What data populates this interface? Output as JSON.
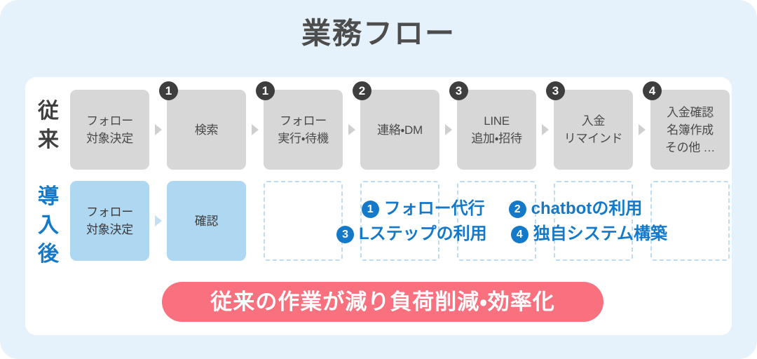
{
  "title": "業務フロー",
  "colors": {
    "page_background": "#e6f2fb",
    "card_background": "#ffffff",
    "step_grey": "#d7d7d7",
    "step_blue": "#aed7f1",
    "badge_dark": "#3e3e3e",
    "accent_blue": "#1479c9",
    "dashed_border": "#bcdcf3",
    "banner_pink": "#f9707e",
    "title_text": "#4d4d4d"
  },
  "rows": {
    "before": {
      "label": "従来",
      "steps": [
        {
          "badge": "",
          "text": "フォロー\n対象決定"
        },
        {
          "badge": "❶",
          "text": "検索"
        },
        {
          "badge": "❶",
          "text": "フォロー\n実行・待機"
        },
        {
          "badge": "❷",
          "text": "連絡・DM"
        },
        {
          "badge": "❸",
          "text": "LINE\n追加・招待"
        },
        {
          "badge": "❸",
          "text": "入金\nリマインド"
        },
        {
          "badge": "❹",
          "text": "入金確認\n名簿作成\nその他 …"
        }
      ]
    },
    "after": {
      "label": "導入後",
      "steps": [
        {
          "badge": "",
          "text": "フォロー\n対象決定"
        },
        {
          "badge": "",
          "text": "確認"
        }
      ],
      "placeholder_count": 5
    }
  },
  "legend": {
    "line1": [
      {
        "badge": "❶",
        "text": "フォロー代行"
      },
      {
        "badge": "❷",
        "text": "chatbotの利用"
      }
    ],
    "line2": [
      {
        "badge": "❸",
        "text": "Lステップの利用"
      },
      {
        "badge": "❹",
        "text": "独自システム構築"
      }
    ]
  },
  "banner": {
    "text": "従来の作業が減り負荷削減・効率化"
  }
}
